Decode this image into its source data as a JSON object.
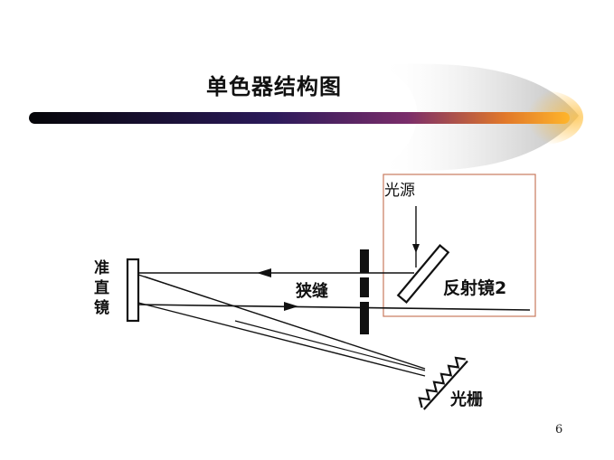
{
  "slide": {
    "title": "单色器结构图",
    "page_number": "6"
  },
  "diagram": {
    "labels": {
      "light_source": "光源",
      "collimator_line1": "准",
      "collimator_line2": "直",
      "collimator_line3": "镜",
      "slit": "狭缝",
      "mirror2": "反射镜2",
      "grating": "光栅"
    }
  },
  "colors": {
    "banner_dark": "#0a0a12",
    "banner_mid": "#3b1e6e",
    "banner_light": "#f7a11a",
    "callout_box": "#c97a5e"
  }
}
